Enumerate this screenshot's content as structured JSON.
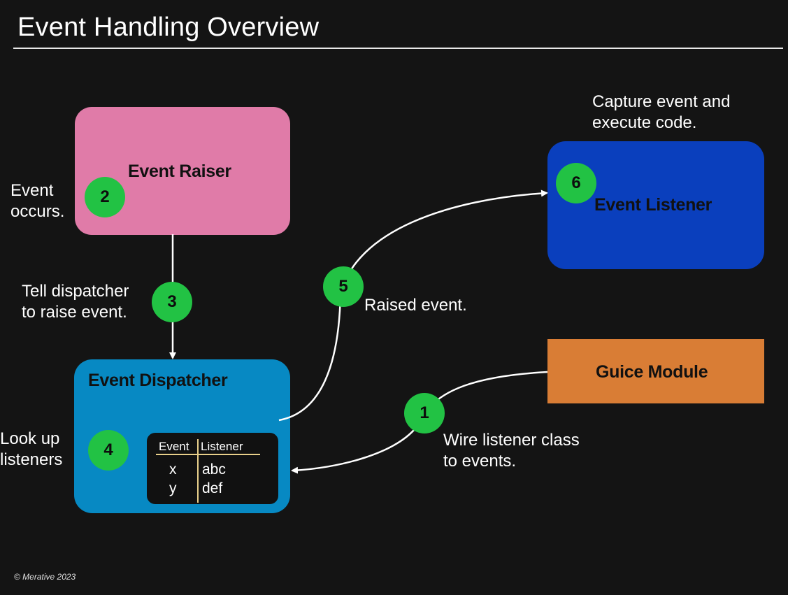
{
  "title": "Event Handling Overview",
  "footer": "© Merative 2023",
  "boxes": {
    "raiser": {
      "label": "Event Raiser",
      "color": "#e07ba8"
    },
    "listener": {
      "label": "Event Listener",
      "color": "#0a3fbd"
    },
    "dispatcher": {
      "label": "Event Dispatcher",
      "color": "#0789c3"
    },
    "guice": {
      "label": "Guice Module",
      "color": "#d97d35"
    }
  },
  "badges": [
    "1",
    "2",
    "3",
    "4",
    "5",
    "6"
  ],
  "badge_color": "#22c244",
  "notes": {
    "event_occurs": [
      "Event",
      "occurs."
    ],
    "tell_dispatcher": [
      "Tell dispatcher",
      "to raise event."
    ],
    "look_up": [
      "Look up",
      "listeners"
    ],
    "raised_event": [
      "Raised event."
    ],
    "capture_event": [
      "Capture event and",
      "execute code."
    ],
    "wire_listener": [
      "Wire listener class",
      "to events."
    ]
  },
  "lookup_table": {
    "headers": [
      "Event",
      "Listener"
    ],
    "rows": [
      [
        "x",
        "abc"
      ],
      [
        "y",
        "def"
      ]
    ]
  }
}
